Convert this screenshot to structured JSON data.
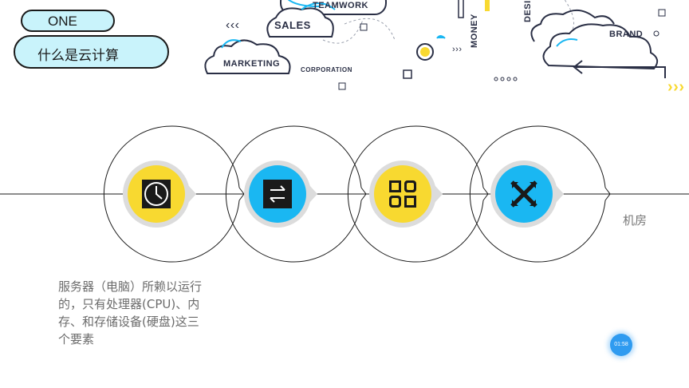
{
  "title": {
    "section_label": "ONE",
    "heading": "什么是云计算"
  },
  "decoration_words": {
    "teamwork": "TEAMWORK",
    "sales": "SALES",
    "marketing": "MARKETING",
    "corporation": "CORPORATION",
    "money": "MONEY",
    "design": "DESI",
    "brand": "BRAND",
    "chevrons_left": "‹‹‹",
    "chevrons_right": "›››"
  },
  "process": {
    "steps": [
      {
        "icon": "clock-icon",
        "color": "#f8d930"
      },
      {
        "icon": "swap-arrows-icon",
        "color": "#1ab7f2"
      },
      {
        "icon": "grid-blocks-icon",
        "color": "#f8d930"
      },
      {
        "icon": "crossed-tools-icon",
        "color": "#1ab7f2"
      }
    ],
    "end_label": "机房"
  },
  "description": "服务器（电脑）所赖以运行的，只有处理器(CPU)、内存、和存储设备(硬盘)这三个要素",
  "timer": "01:58",
  "colors": {
    "pill_fill": "#c9f3fb",
    "yellow": "#f8d930",
    "blue": "#1ab7f2",
    "outline": "#1a1a1a",
    "timer": "#2f9bf0"
  }
}
